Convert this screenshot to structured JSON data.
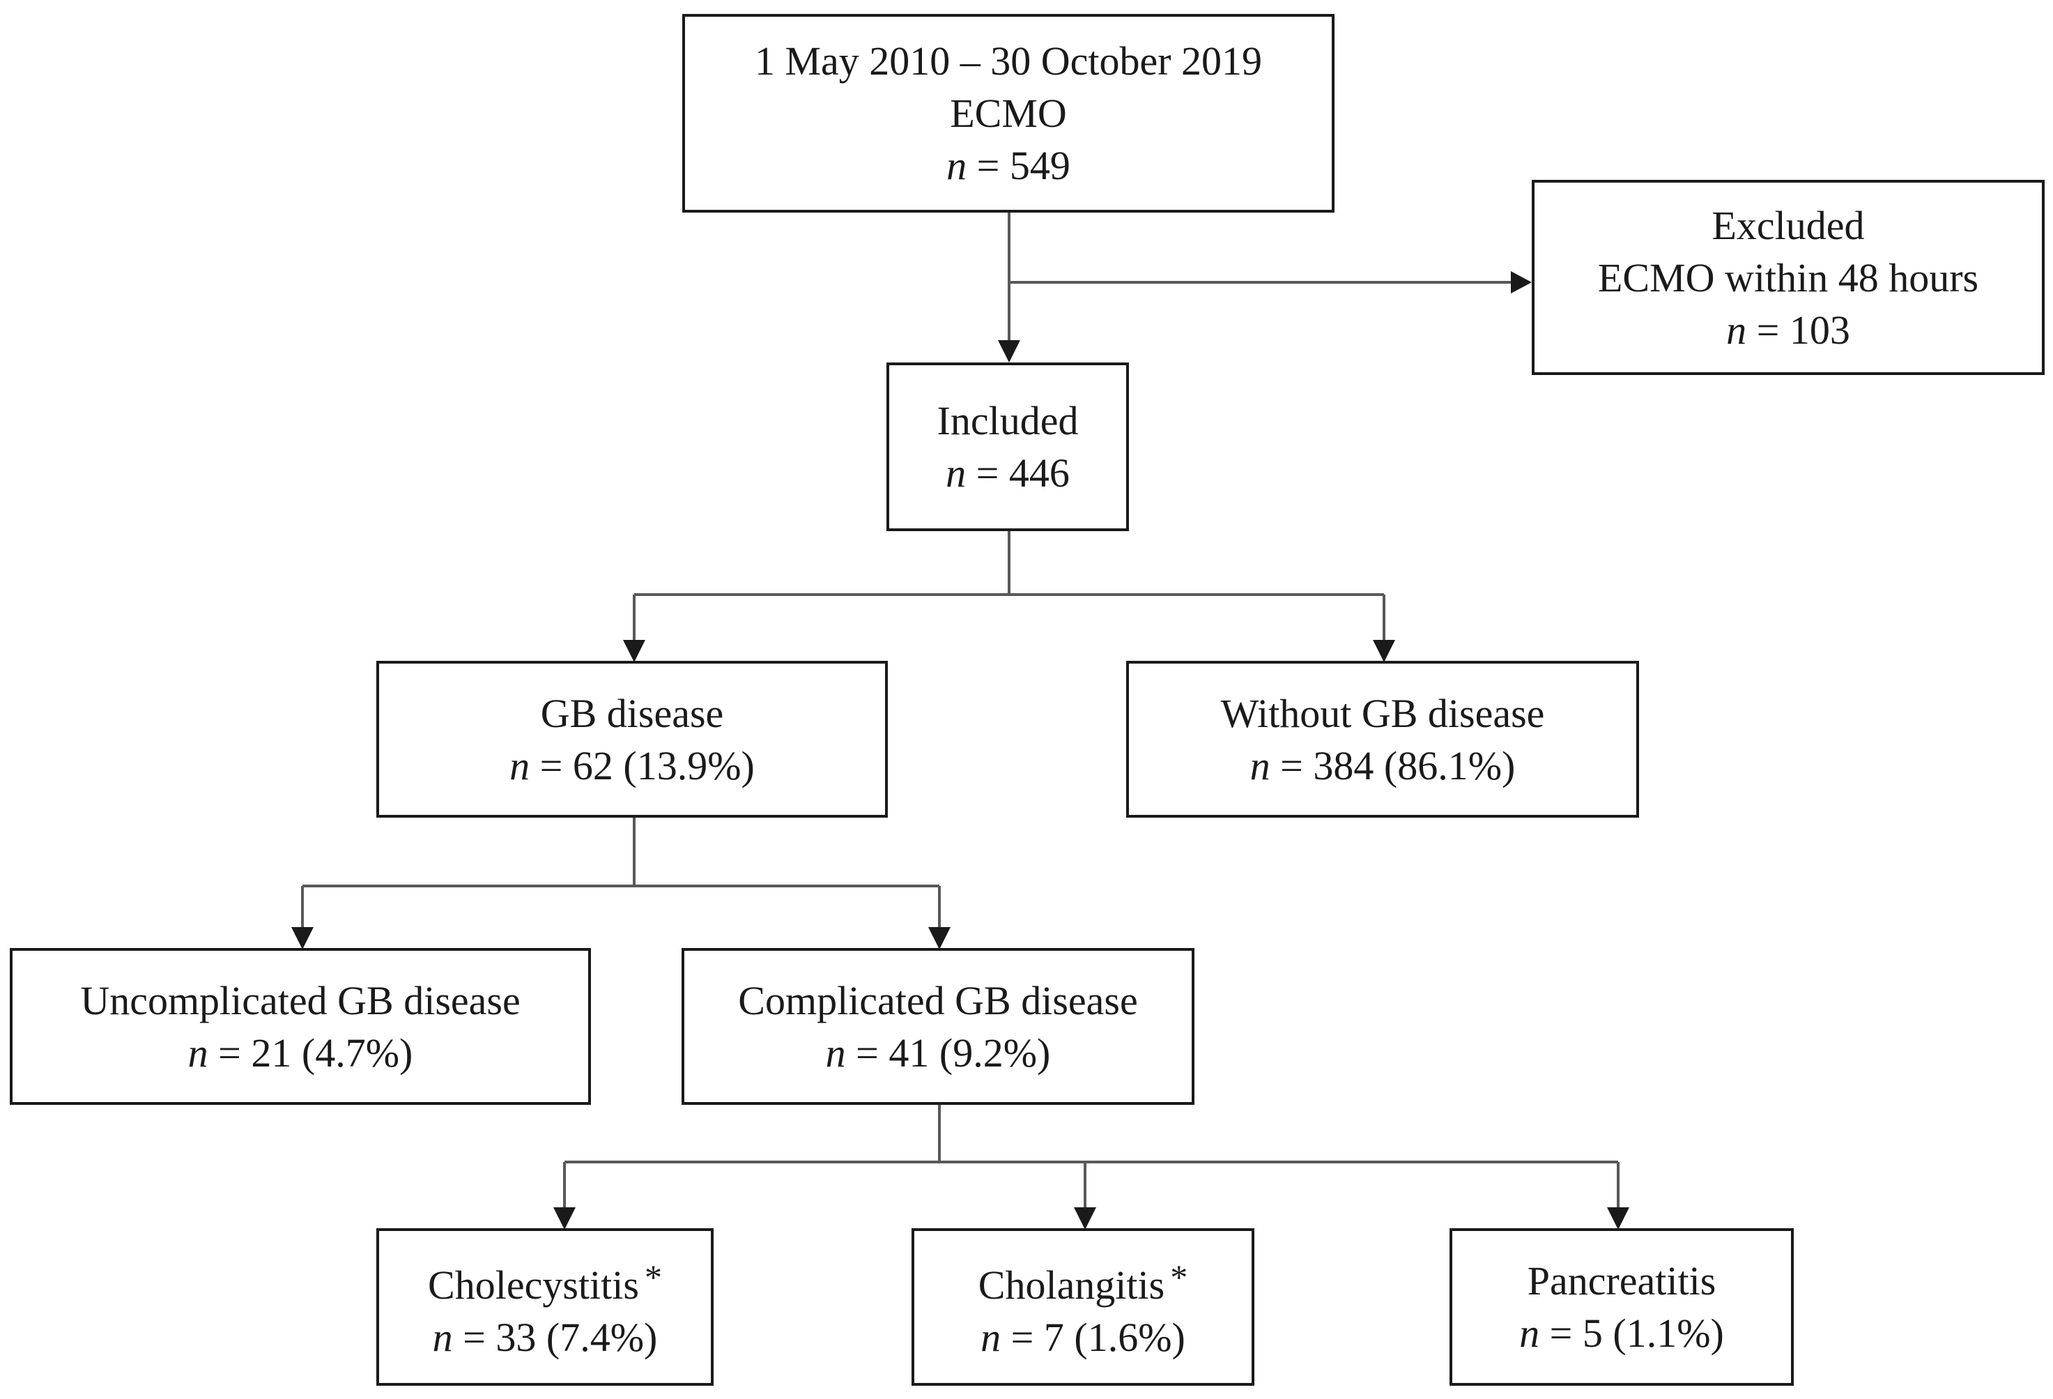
{
  "boxes": {
    "ecmo": {
      "period": "1 May 2010 – 30 October 2019",
      "label": "ECMO",
      "n_symbol": "n",
      "n_text": " = 549"
    },
    "excluded": {
      "label": "Excluded",
      "reason": "ECMO within 48 hours",
      "n_symbol": "n",
      "n_text": " = 103"
    },
    "included": {
      "label": "Included",
      "n_symbol": "n",
      "n_text": " = 446"
    },
    "gb_disease": {
      "label": "GB disease",
      "n_symbol": "n",
      "n_text": " = 62 (13.9%)"
    },
    "without_gb": {
      "label": "Without GB disease",
      "n_symbol": "n",
      "n_text": " = 384 (86.1%)"
    },
    "uncomplicated": {
      "label": "Uncomplicated GB disease",
      "n_symbol": "n",
      "n_text": " = 21 (4.7%)"
    },
    "complicated": {
      "label": "Complicated GB disease",
      "n_symbol": "n",
      "n_text": " = 41 (9.2%)"
    },
    "cholecystitis": {
      "label": "Cholecystitis",
      "marker": "*",
      "n_symbol": "n",
      "n_text": " = 33 (7.4%)"
    },
    "cholangitis": {
      "label": "Cholangitis",
      "marker": "*",
      "n_symbol": "n",
      "n_text": " = 7 (1.6%)"
    },
    "pancreatitis": {
      "label": "Pancreatitis",
      "n_symbol": "n",
      "n_text": " = 5 (1.1%)"
    }
  },
  "colors": {
    "line": "#595959",
    "box_border": "#1a1a1a",
    "background": "#ffffff"
  }
}
